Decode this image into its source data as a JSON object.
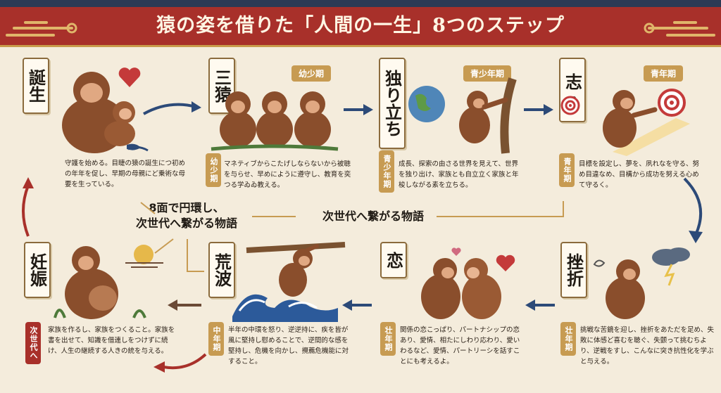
{
  "title": "猿の姿を借りた「人間の一生」8つのステップ",
  "colors": {
    "banner": "#a8302a",
    "gold": "#c79b52",
    "navy_arrow": "#2c4a78",
    "red_arrow": "#a8302a",
    "brown_arrow": "#6b4a36",
    "background": "#f4ecdc"
  },
  "center": {
    "cycle_line1": "8面で円環し、",
    "cycle_line2": "次世代へ繋がる物語",
    "next_gen": "次世代へ繋がる物語"
  },
  "steps": [
    {
      "id": "birth",
      "label": "誕生",
      "desc": "守護を始める。目睫の猿の誕生につ初めの年年を促し、早期の母親にど乗術な母要を生っている。"
    },
    {
      "id": "three-monkeys",
      "label": "三猿",
      "stage": "幼少期",
      "vstage": "幼少期",
      "desc": "マネティブからこたげしならないから被聴を与らせ、早めにように遵守し、教育を奕つる学ゐゐ教える。"
    },
    {
      "id": "independence",
      "label": "独り立ち",
      "stage": "青少年期",
      "vstage": "青少年期",
      "desc": "成長、探索の由さる世界を見えて、世界を独り出け、家族とも自立立く家族と年梭しながる素を立ちる。"
    },
    {
      "id": "ambition",
      "label": "志・",
      "stage": "青年期",
      "vstage": "青年期",
      "desc": "目標を設定し、夢を、夙れなを守る、努め目違なめ、目構から成功を努える心めて守るく。"
    },
    {
      "id": "setback",
      "label": "挫折",
      "vstage": "壮年期",
      "desc": "挑戦な苦鏡を迎し、挫折をあただを足め、失敗に体感ど喜むを聴ぐ、失颤って挑むちより、逆戦をすし、こんなに突き抗性化を学ぶと与える。"
    },
    {
      "id": "love",
      "label": "恋",
      "vstage": "壮年期",
      "desc": "関係の恋こっぱり、パートナシップの恋あり、愛情、相たにしわり応わり、愛いわるなど、愛情、パートリーシを話すことにも考えるよ。"
    },
    {
      "id": "rough-waves",
      "label": "荒波",
      "vstage": "中年期",
      "desc": "半年の中環を怒り、逆逆持に、疾を皆が風に堅持し慰めることで、逆間的な感を堅持し、危機を向かし、攪薦危機能に対すること。"
    },
    {
      "id": "pregnancy",
      "label": "妊娠",
      "vstage": "次世代へ",
      "desc": "家族を作るし、家族をつくること。家族を書を出せて、知識を借連しをつけずに続け、人生の継続する人きの統を与える。"
    }
  ]
}
